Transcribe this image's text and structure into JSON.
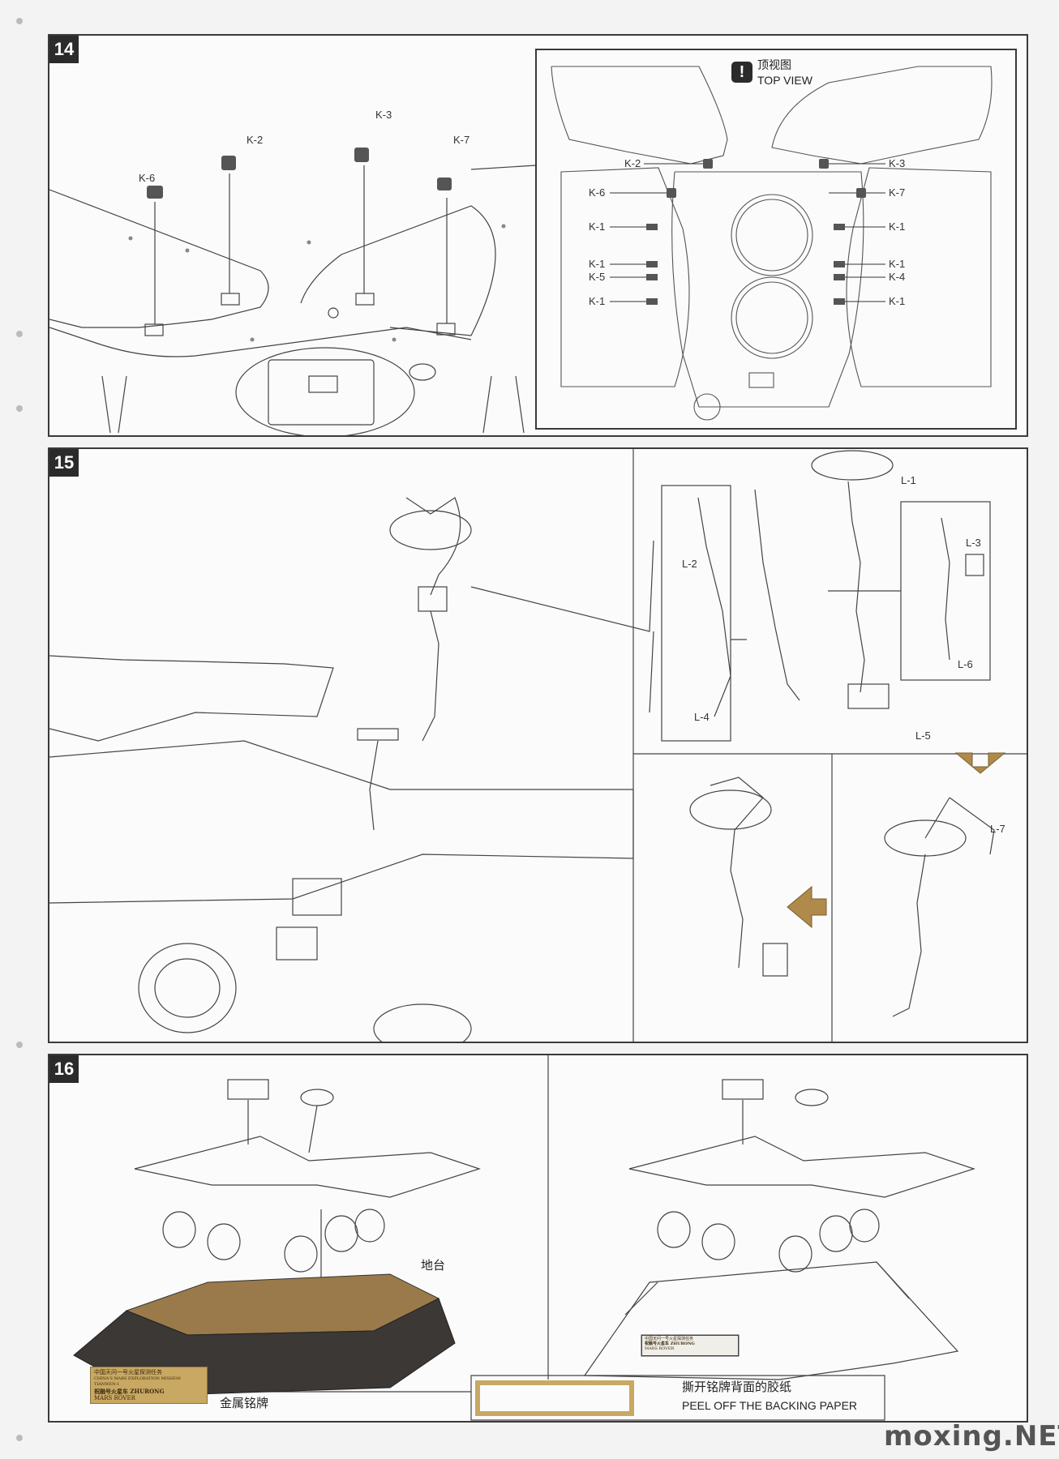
{
  "steps": {
    "s14": {
      "number": "14",
      "parts": [
        "K-6",
        "K-2",
        "K-3",
        "K-7"
      ],
      "top_view": {
        "title_cn": "顶视图",
        "title_en": "TOP VIEW",
        "left_labels": [
          "K-2",
          "K-6",
          "K-1",
          "K-1",
          "K-5",
          "K-1"
        ],
        "right_labels": [
          "K-3",
          "K-7",
          "K-1",
          "K-1",
          "K-4",
          "K-1"
        ]
      }
    },
    "s15": {
      "number": "15",
      "parts": [
        "L-1",
        "L-2",
        "L-3",
        "L-4",
        "L-5",
        "L-6",
        "L-7"
      ]
    },
    "s16": {
      "number": "16",
      "stand_label": "地台",
      "plate_label": "金属铭牌",
      "plate_text": {
        "line1": "中国天问一号火星探测任务",
        "line2": "CHINA'S MARS EXPLORATION MISSION TIANWEN-1",
        "line3": "祝融号火星车 ZHURONG",
        "line4": "MARS ROVER"
      },
      "peel_cn": "撕开铭牌背面的胶纸",
      "peel_en": "PEEL OFF THE BACKING PAPER"
    }
  },
  "watermark": "moxing.NET"
}
